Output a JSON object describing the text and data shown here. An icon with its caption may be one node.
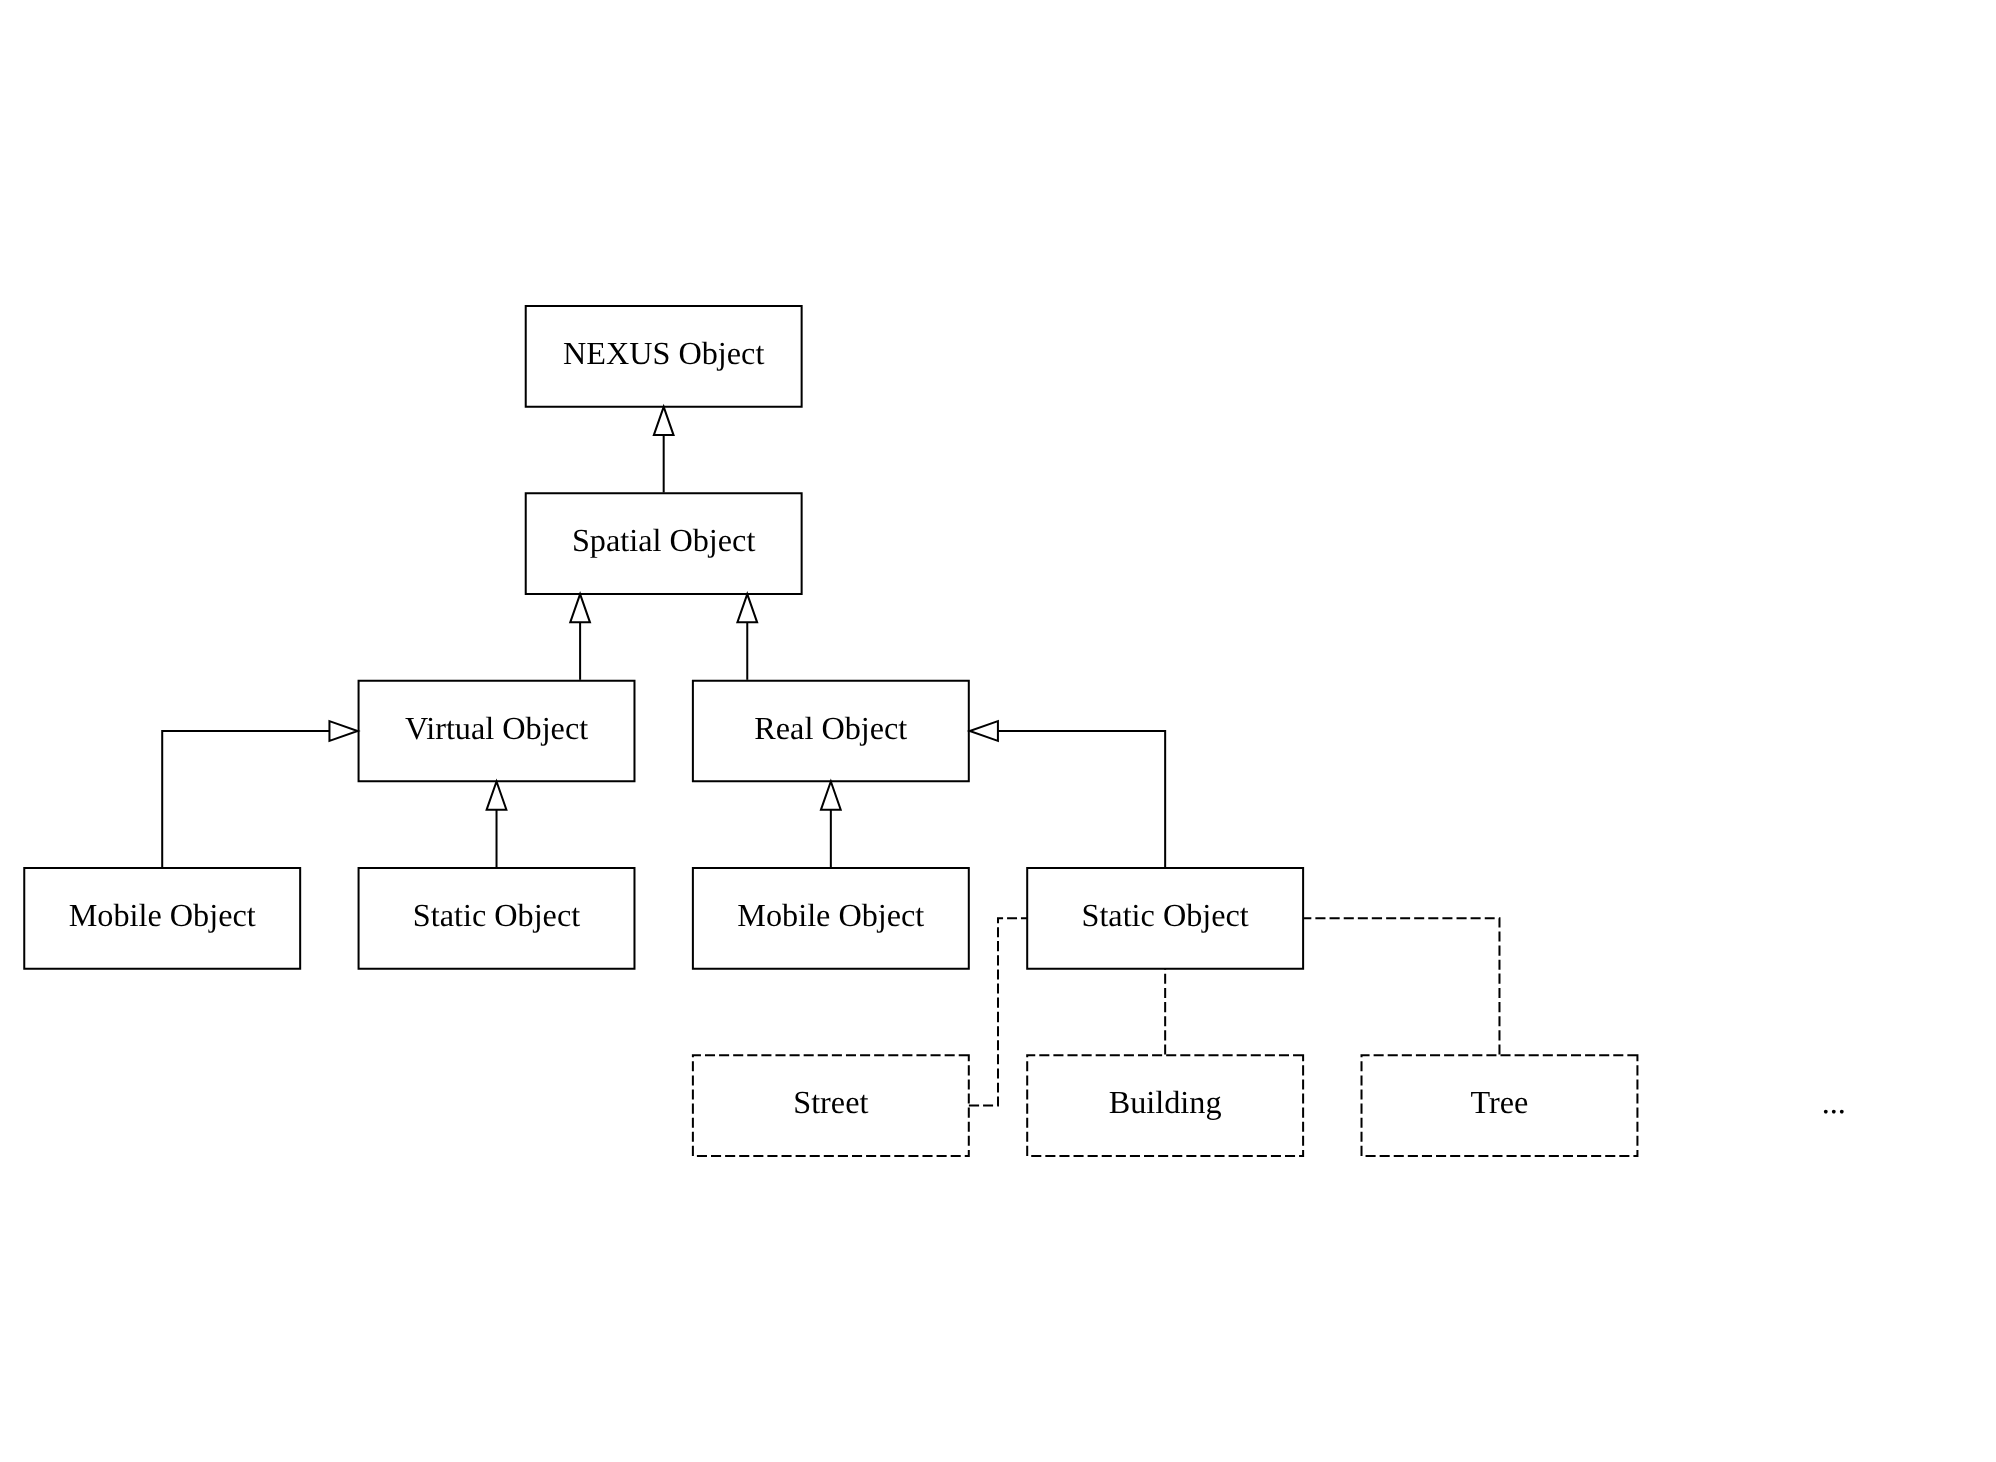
{
  "diagram": {
    "nodes": [
      {
        "text": [
          "NEXUS Object"
        ]
      },
      {
        "text": [
          "Spatial Object"
        ]
      },
      {
        "text": [
          "Virtual Object"
        ]
      },
      {
        "text": [
          "Real Object"
        ]
      },
      {
        "text": [
          "Mobile Object"
        ]
      },
      {
        "text": [
          "Static Object"
        ]
      },
      {
        "text": [
          "Mobile Object"
        ]
      },
      {
        "text": [
          "Static Object"
        ]
      },
      {
        "text": [
          "Street"
        ]
      },
      {
        "text": [
          "Building"
        ]
      },
      {
        "text": [
          "Tree"
        ]
      }
    ],
    "edges": [
      {
        "from": 1,
        "to": 0,
        "arrow": "to"
      },
      {
        "from": 2,
        "to": 1,
        "arrow": "to"
      },
      {
        "from": 3,
        "to": 1,
        "arrow": "to"
      },
      {
        "from": 4,
        "to": 2,
        "arrow": "to"
      },
      {
        "from": 5,
        "to": 2,
        "arrow": "to"
      },
      {
        "from": 6,
        "to": 3,
        "arrow": "to"
      },
      {
        "from": 7,
        "to": 3,
        "arrow": "to"
      },
      {
        "from": 8,
        "to": 7,
        "arrow": "none",
        "style": "dashed"
      },
      {
        "from": 9,
        "to": 7,
        "arrow": "none",
        "style": "dashed"
      },
      {
        "from": 10,
        "to": 7,
        "arrow": "none",
        "style": "dashed"
      }
    ],
    "labels": [
      "..."
    ]
  }
}
